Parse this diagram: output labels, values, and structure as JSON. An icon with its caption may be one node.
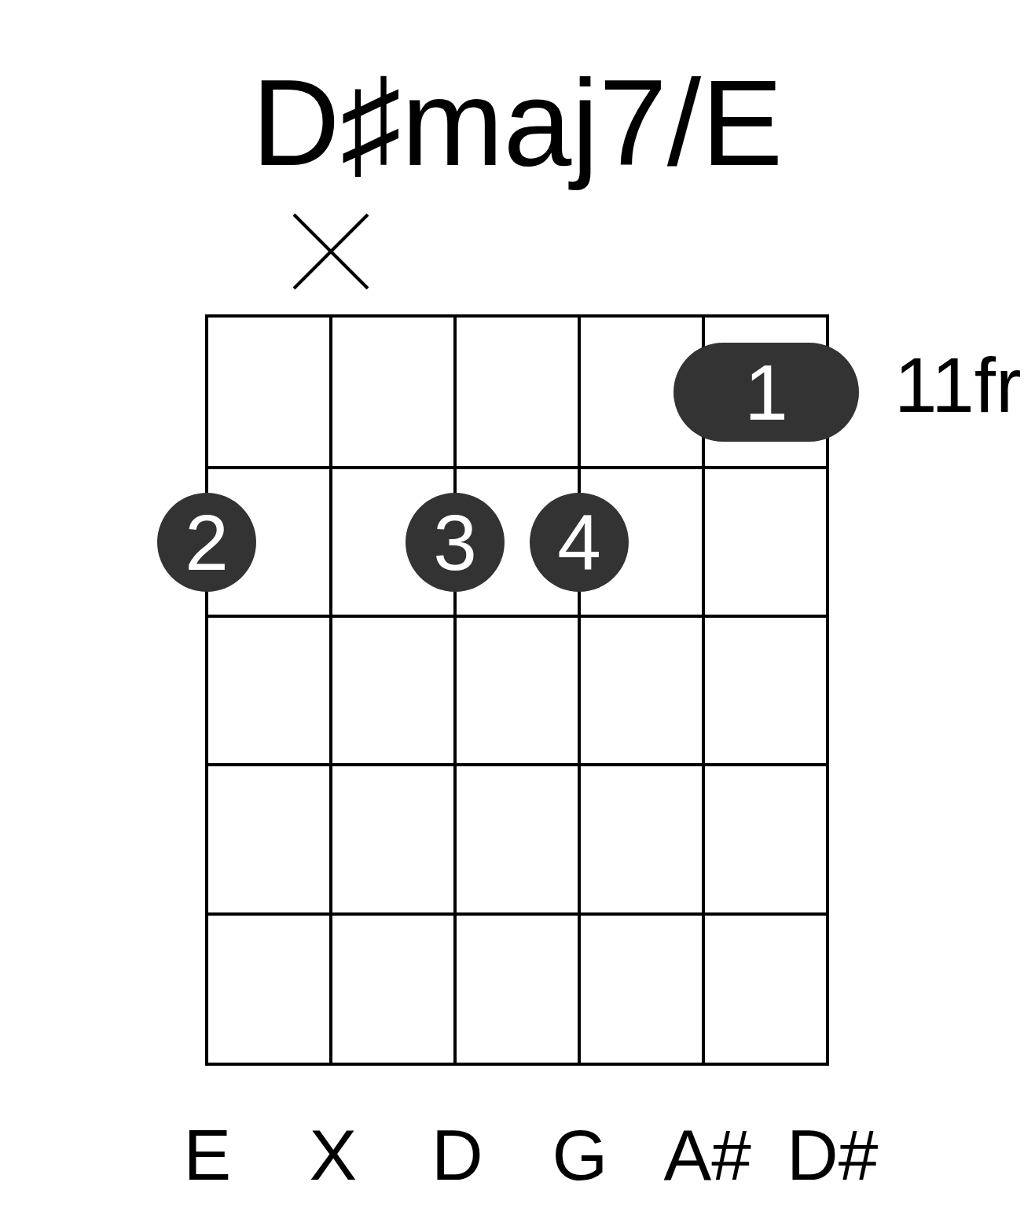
{
  "diagram": {
    "title": "D♯maj7/E",
    "nodes": [
      {
        "text": [
          "1"
        ]
      },
      {
        "text": [
          "2"
        ]
      },
      {
        "text": [
          "3"
        ]
      },
      {
        "text": [
          "4"
        ]
      }
    ],
    "labels": [
      "11fr",
      "E",
      "X",
      "D",
      "G",
      "A#",
      "D#"
    ]
  }
}
